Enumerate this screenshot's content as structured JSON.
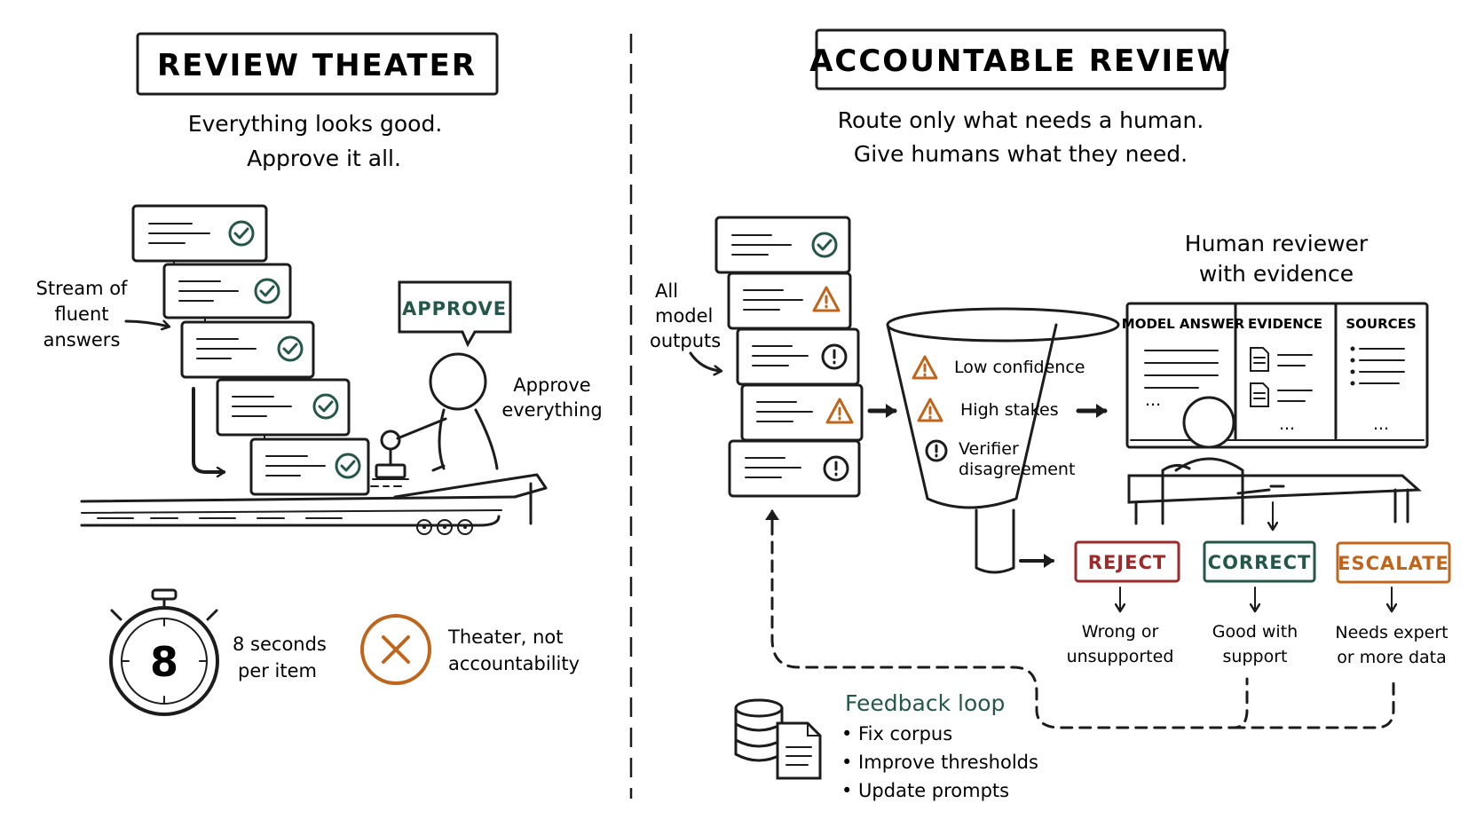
{
  "left": {
    "title": "REVIEW THEATER",
    "subtitle": [
      "Everything looks good.",
      "Approve it all."
    ],
    "stream_label": [
      "Stream of",
      "fluent",
      "answers"
    ],
    "approve_bubble": "APPROVE",
    "approve_label": [
      "Approve",
      "everything"
    ],
    "timer_value": "8",
    "timer_label": [
      "8 seconds",
      "per item"
    ],
    "verdict_label": [
      "Theater, not",
      "accountability"
    ]
  },
  "right": {
    "title": "ACCOUNTABLE REVIEW",
    "subtitle": [
      "Route only what needs a human.",
      "Give humans what they need."
    ],
    "outputs_label": [
      "All",
      "model",
      "outputs"
    ],
    "funnel_items": [
      "Low confidence",
      "High stakes",
      "Verifier",
      "disagreement"
    ],
    "reviewer_label": [
      "Human reviewer",
      "with evidence"
    ],
    "screen_columns": [
      "MODEL ANSWER",
      "EVIDENCE",
      "SOURCES"
    ],
    "screen_ellipsis": "...",
    "actions": [
      {
        "label": "REJECT",
        "desc": [
          "Wrong or",
          "unsupported"
        ],
        "color": "#9c2a2a"
      },
      {
        "label": "CORRECT",
        "desc": [
          "Good with",
          "support"
        ],
        "color": "#24574a"
      },
      {
        "label": "ESCALATE",
        "desc": [
          "Needs expert",
          "or more data"
        ],
        "color": "#c0651c"
      }
    ],
    "feedback_title": "Feedback loop",
    "feedback_items": [
      "• Fix corpus",
      "• Improve thresholds",
      "• Update prompts"
    ]
  },
  "colors": {
    "ink": "#1c1c1c",
    "green": "#24574a",
    "orange": "#c0651c",
    "red": "#9c2a2a"
  }
}
